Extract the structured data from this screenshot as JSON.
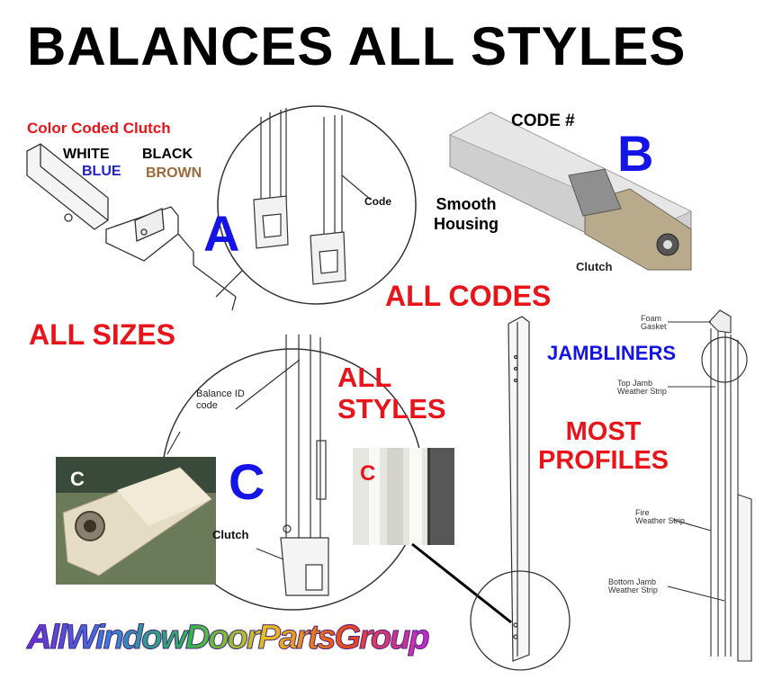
{
  "title": "BALANCES ALL STYLES",
  "panel_a": {
    "heading": "Color Coded Clutch",
    "colors": [
      {
        "label": "WHITE",
        "color": "#000000"
      },
      {
        "label": "BLACK",
        "color": "#000000"
      },
      {
        "label": "BLUE",
        "color": "#2222cc"
      },
      {
        "label": "BROWN",
        "color": "#9a6a3a"
      }
    ],
    "code_label": "Code",
    "letter": "A"
  },
  "panel_b": {
    "code_label": "CODE #",
    "housing_label": "Smooth\nHousing",
    "clutch_label": "Clutch",
    "letter": "B"
  },
  "labels": {
    "all_codes": "ALL CODES",
    "all_sizes": "ALL SIZES",
    "all_styles": "ALL\nSTYLES",
    "jambliners": "JAMBLINERS",
    "most_profiles": "MOST\nPROFILES"
  },
  "panel_c": {
    "balance_id": "Balance ID\ncode",
    "clutch_label": "Clutch",
    "letter": "C",
    "photo_letter": "C",
    "photo2_letter": "C"
  },
  "jamb": {
    "foam_gasket": "Foam\nGasket",
    "top_jamb": "Top Jamb\nWeather Strip",
    "fire_strip": "Fire\nWeather Strip",
    "bottom_jamb": "Bottom Jamb\nWeather Strip"
  },
  "logo": "AllWindowDoorPartsGroup",
  "accent_red": "#e8141a",
  "accent_blue": "#1414e6"
}
